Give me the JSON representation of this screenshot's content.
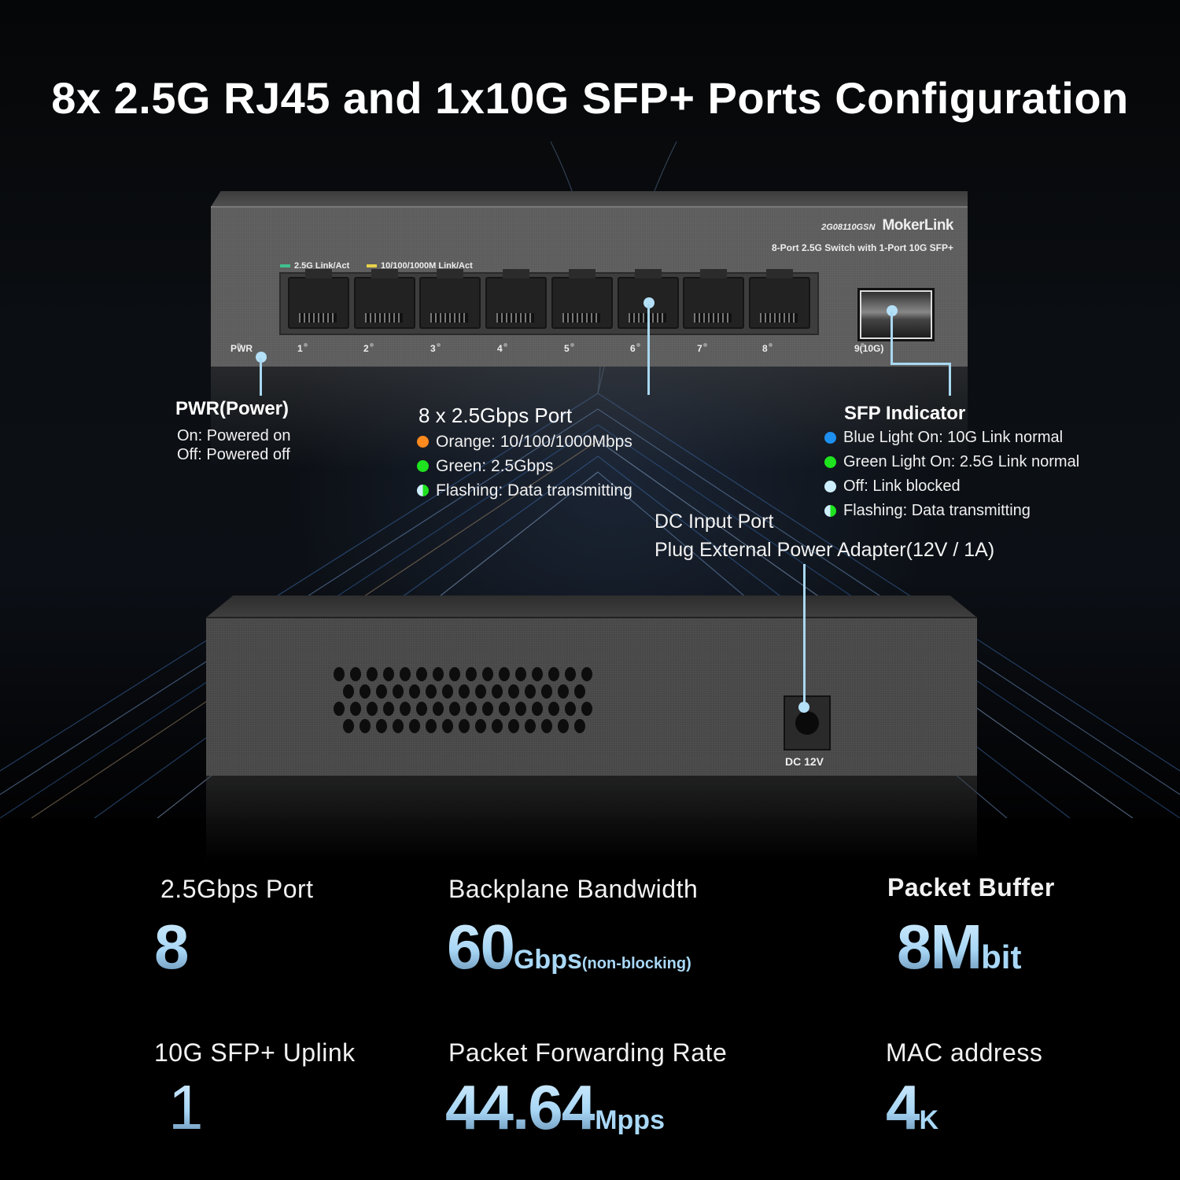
{
  "title": "8x 2.5G RJ45 and 1x10G SFP+ Ports Configuration",
  "device": {
    "model": "2G08110GSN",
    "brand": "MokerLink",
    "subtitle": "8-Port 2.5G Switch with 1-Port 10G SFP+",
    "led_legend": [
      {
        "label": "2.5G Link/Act",
        "color": "#3fbf8f"
      },
      {
        "label": "10/100/1000M Link/Act",
        "color": "#e6d24a"
      }
    ],
    "pwr_label": "PWR",
    "port_labels": [
      "1",
      "2",
      "3",
      "4",
      "5",
      "6",
      "7",
      "8"
    ],
    "sfp_label": "9(10G)",
    "dc_label": "DC 12V"
  },
  "callouts": {
    "pwr": {
      "heading": "PWR(Power)",
      "lines": [
        "On: Powered on",
        "Off: Powered off"
      ]
    },
    "ports": {
      "heading": "8 x 2.5Gbps Port",
      "items": [
        {
          "color": "#ff8a1e",
          "text": "Orange: 10/100/1000Mbps"
        },
        {
          "color": "#1ee31e",
          "text": "Green: 2.5Gbps"
        },
        {
          "color": "half",
          "text": "Flashing: Data transmitting"
        }
      ]
    },
    "sfp": {
      "heading": "SFP Indicator",
      "items": [
        {
          "color": "#1e90f0",
          "text": "Blue Light On: 10G Link normal"
        },
        {
          "color": "#1ee31e",
          "text": "Green Light On: 2.5G Link normal"
        },
        {
          "color": "#cdeefc",
          "text": "Off: Link blocked"
        },
        {
          "color": "half",
          "text": "Flashing: Data transmitting"
        }
      ]
    },
    "dc": {
      "heading": "DC Input Port",
      "text": "Plug External Power Adapter(12V / 1A)"
    }
  },
  "specs": [
    {
      "label": "2.5Gbps Port",
      "value": "8",
      "unit": "",
      "unit_small": ""
    },
    {
      "label": "Backplane Bandwidth",
      "value": "60",
      "unit": "Gbps",
      "unit_small": "(non-blocking)"
    },
    {
      "label": "Packet Buffer",
      "value": "8M",
      "unit": "bit",
      "unit_small": ""
    },
    {
      "label": "10G SFP+ Uplink",
      "value": "1",
      "unit": "",
      "unit_small": ""
    },
    {
      "label": "Packet Forwarding Rate",
      "value": "44.64",
      "unit": "Mpps",
      "unit_small": ""
    },
    {
      "label": "MAC address",
      "value": "4",
      "unit": "K",
      "unit_small": ""
    }
  ],
  "colors": {
    "accent_line": "#a9d8f2",
    "spec_value": "#bfe3fa",
    "background": "#000000"
  }
}
